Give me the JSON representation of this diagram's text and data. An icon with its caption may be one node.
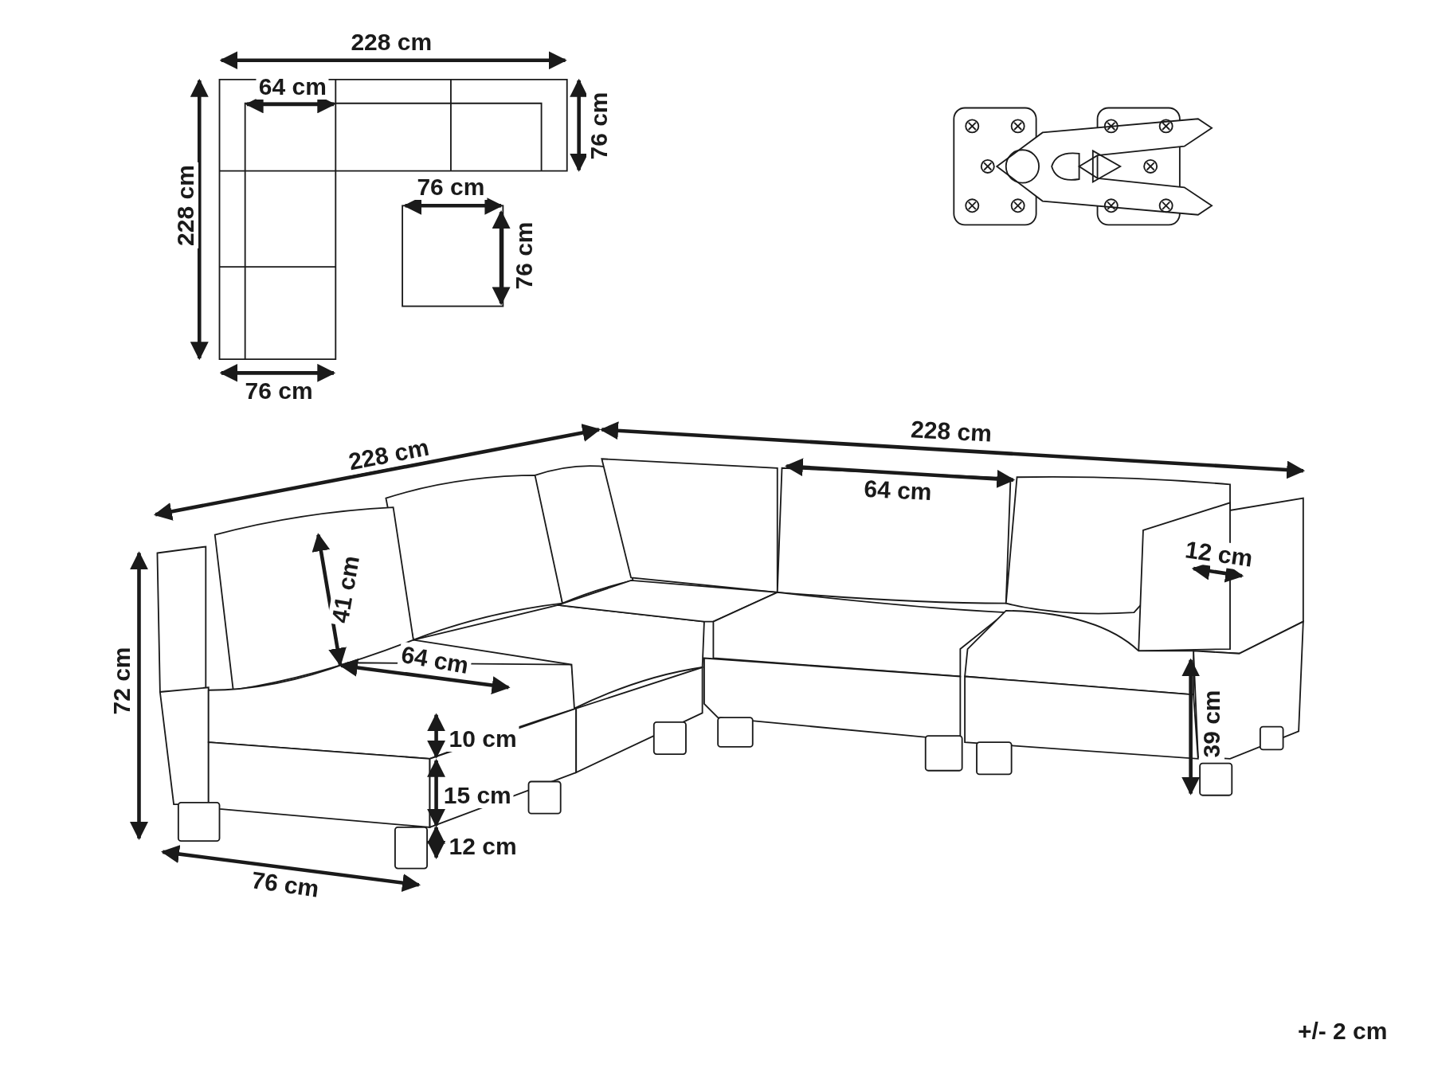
{
  "diagram": {
    "labels": [
      "228 cm",
      "64 cm",
      "76 cm",
      "228 cm",
      "76 cm",
      "76 cm",
      "76 cm",
      "228 cm",
      "228 cm",
      "64 cm",
      "12 cm",
      "72 cm",
      "41 cm",
      "64 cm",
      "10 cm",
      "15 cm",
      "12 cm",
      "39 cm",
      "76 cm",
      "+/- 2 cm"
    ]
  }
}
